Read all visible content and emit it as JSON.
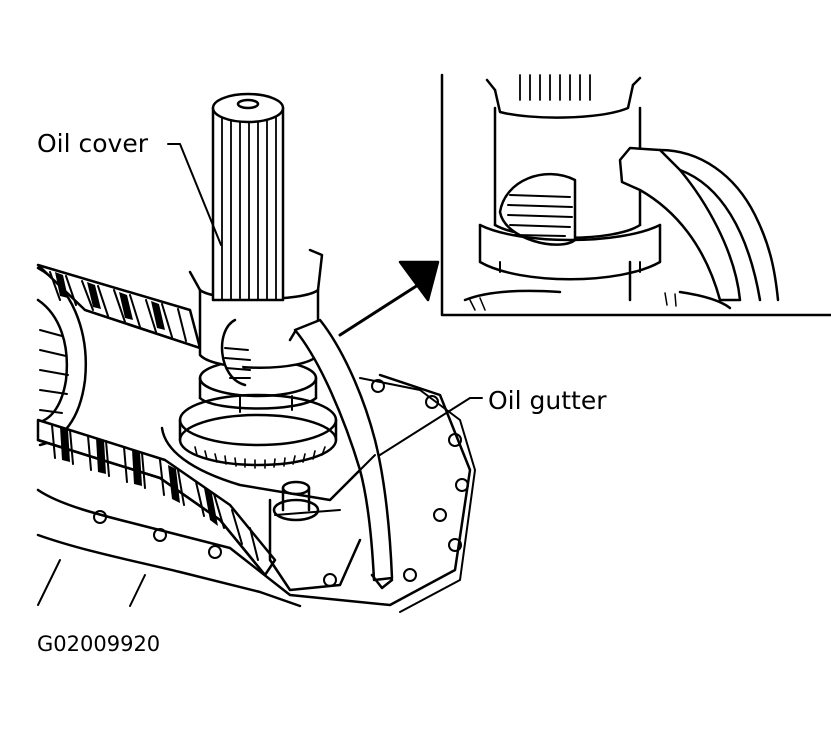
{
  "labels": {
    "oil_cover": "Oil cover",
    "oil_gutter": "Oil gutter"
  },
  "figure_id": "G02009920",
  "colors": {
    "ink": "#000000",
    "paper": "#ffffff"
  }
}
